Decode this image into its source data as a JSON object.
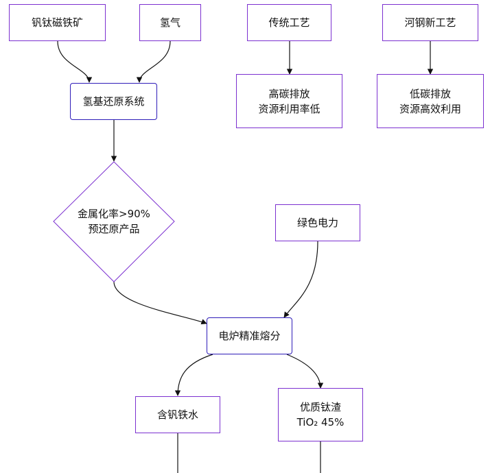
{
  "nodes": {
    "vanadium_magnetite": "钒钛磁铁矿",
    "hydrogen": "氢气",
    "traditional_process": "传统工艺",
    "hegang_process": "河钢新工艺",
    "high_carbon": [
      "高碳排放",
      "资源利用率低"
    ],
    "low_carbon": [
      "低碳排放",
      "资源高效利用"
    ],
    "hydrogen_system": "氢基还原系统",
    "prereduced_product": [
      "金属化率>90%",
      "预还原产品"
    ],
    "green_power": "绿色电力",
    "electric_furnace": "电炉精准熔分",
    "vanadium_iron": "含钒铁水",
    "titanium_slag": [
      "优质钛渣",
      "TiO₂ 45%"
    ]
  },
  "colors": {
    "node_border": "#7b2fd0",
    "focus_border": "#2d1bb8",
    "edge": "#111111"
  }
}
